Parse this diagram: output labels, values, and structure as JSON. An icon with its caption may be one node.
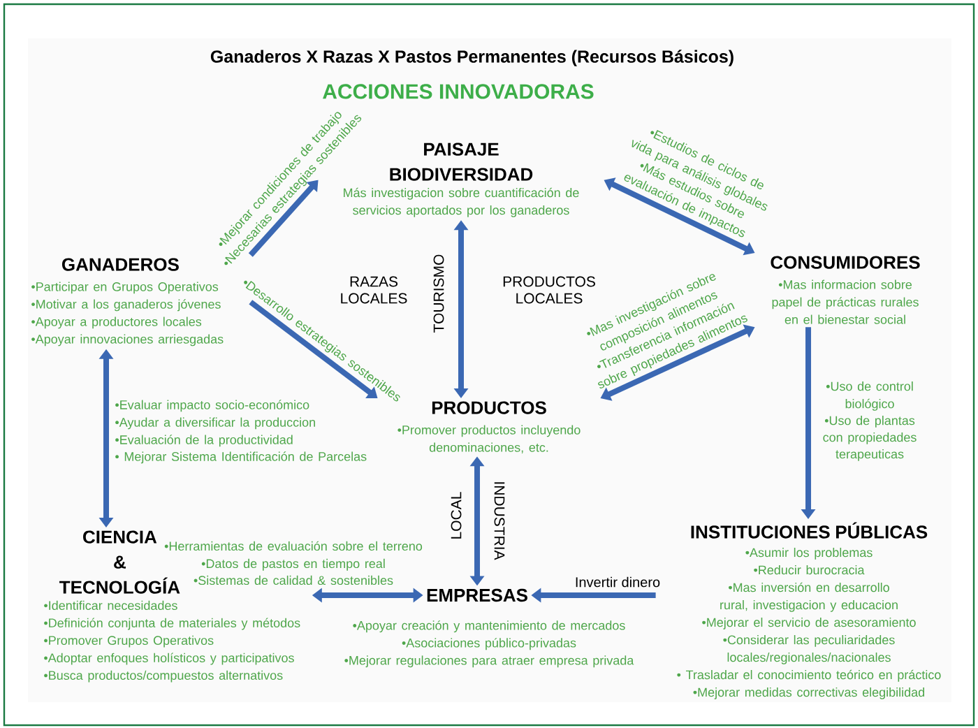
{
  "diagram": {
    "title": "Ganaderos X Razas X Pastos Permanentes (Recursos Básicos)",
    "nodes": [
      {
        "text": [
          "PAISAJE BIODIVERSIDAD",
          "Más investigacion sobre cuantificación de servicios aportados por los ganaderos"
        ]
      },
      {
        "text": [
          "GANADEROS",
          "•Participar en Grupos Operativos",
          "•Motivar a los ganaderos jóvenes",
          "•Apoyar a productores locales",
          "•Apoyar innovaciones arriesgadas"
        ]
      },
      {
        "text": [
          "CONSUMIDORES",
          "•Mas informacion sobre papel de prácticas rurales en el bienestar social"
        ]
      },
      {
        "text": [
          "PRODUCTOS",
          "•Promover productos incluyendo denominaciones, etc."
        ]
      },
      {
        "text": [
          "CIENCIA & TECNOLOGÍA",
          "•Identificar necesidades",
          "•Definición conjunta de materiales y métodos",
          "•Promover Grupos Operativos",
          "•Adoptar enfoques holísticos y participativos",
          "•Busca productos/compuestos alternativos"
        ]
      },
      {
        "text": [
          "EMPRESAS"
        ],
        "beside": [
          "•Apoyar creación y mantenimiento de mercados",
          "•Asociaciones público-privadas",
          "•Mejorar regulaciones para atraer empresa privada"
        ]
      },
      {
        "text": [
          "INSTITUCIONES PÚBLICAS",
          "•Asumir los problemas",
          "•Reducir burocracia",
          "•Mas inversión en desarrollo rural, investigacion y educacion",
          "•Mejorar el servicio de asesoramiento",
          "•Considerar las peculiaridades locales/regionales/nacionales",
          "• Trasladar el conocimiento teórico en práctico",
          "•Mejorar medidas correctivas elegibilidad"
        ]
      }
    ],
    "edges": [
      {
        "from": 1,
        "to": 0,
        "arrow": "to",
        "label": "•Mejorar condiciones de trabajo •Necesarias estrategias sostenibles"
      },
      {
        "from": 0,
        "to": 2,
        "arrow": "both",
        "label": "•Estudios de ciclos de vida para análisis globales •Más estudios sobre evaluación de impactos"
      },
      {
        "from": 1,
        "to": 3,
        "arrow": "to",
        "label": "•Desarrollo estrategias sostenibles"
      },
      {
        "from": 2,
        "to": 3,
        "arrow": "both",
        "label": "•Mas investigación sobre composición alimentos •Transferencia información sobre propiedades alimentos"
      },
      {
        "from": 0,
        "to": 3,
        "arrow": "both"
      },
      {
        "from": 1,
        "to": 4,
        "arrow": "both",
        "label": "•Evaluar impacto socio-económico •Ayudar a diversificar la produccion •Evaluación de la productividad • Mejorar Sistema Identificación de Parcelas"
      },
      {
        "from": 2,
        "to": 6,
        "arrow": "to",
        "label": "•Uso de control biológico •Uso de plantas con propiedades terapeuticas"
      },
      {
        "from": 3,
        "to": 5,
        "arrow": "both"
      },
      {
        "from": 4,
        "to": 5,
        "arrow": "both",
        "label": "•Herramientas de evaluación sobre el terreno •Datos de pastos en tiempo real •Sistemas de calidad & sostenibles"
      },
      {
        "from": 6,
        "to": 5,
        "arrow": "to",
        "label": "Invertir dinero"
      }
    ],
    "labels": [
      "ACCIONES INNOVADORAS",
      "RAZAS LOCALES",
      "TOURISMO",
      "PRODUCTOS LOCALES",
      "LOCAL",
      "INDUSTRIA"
    ]
  }
}
